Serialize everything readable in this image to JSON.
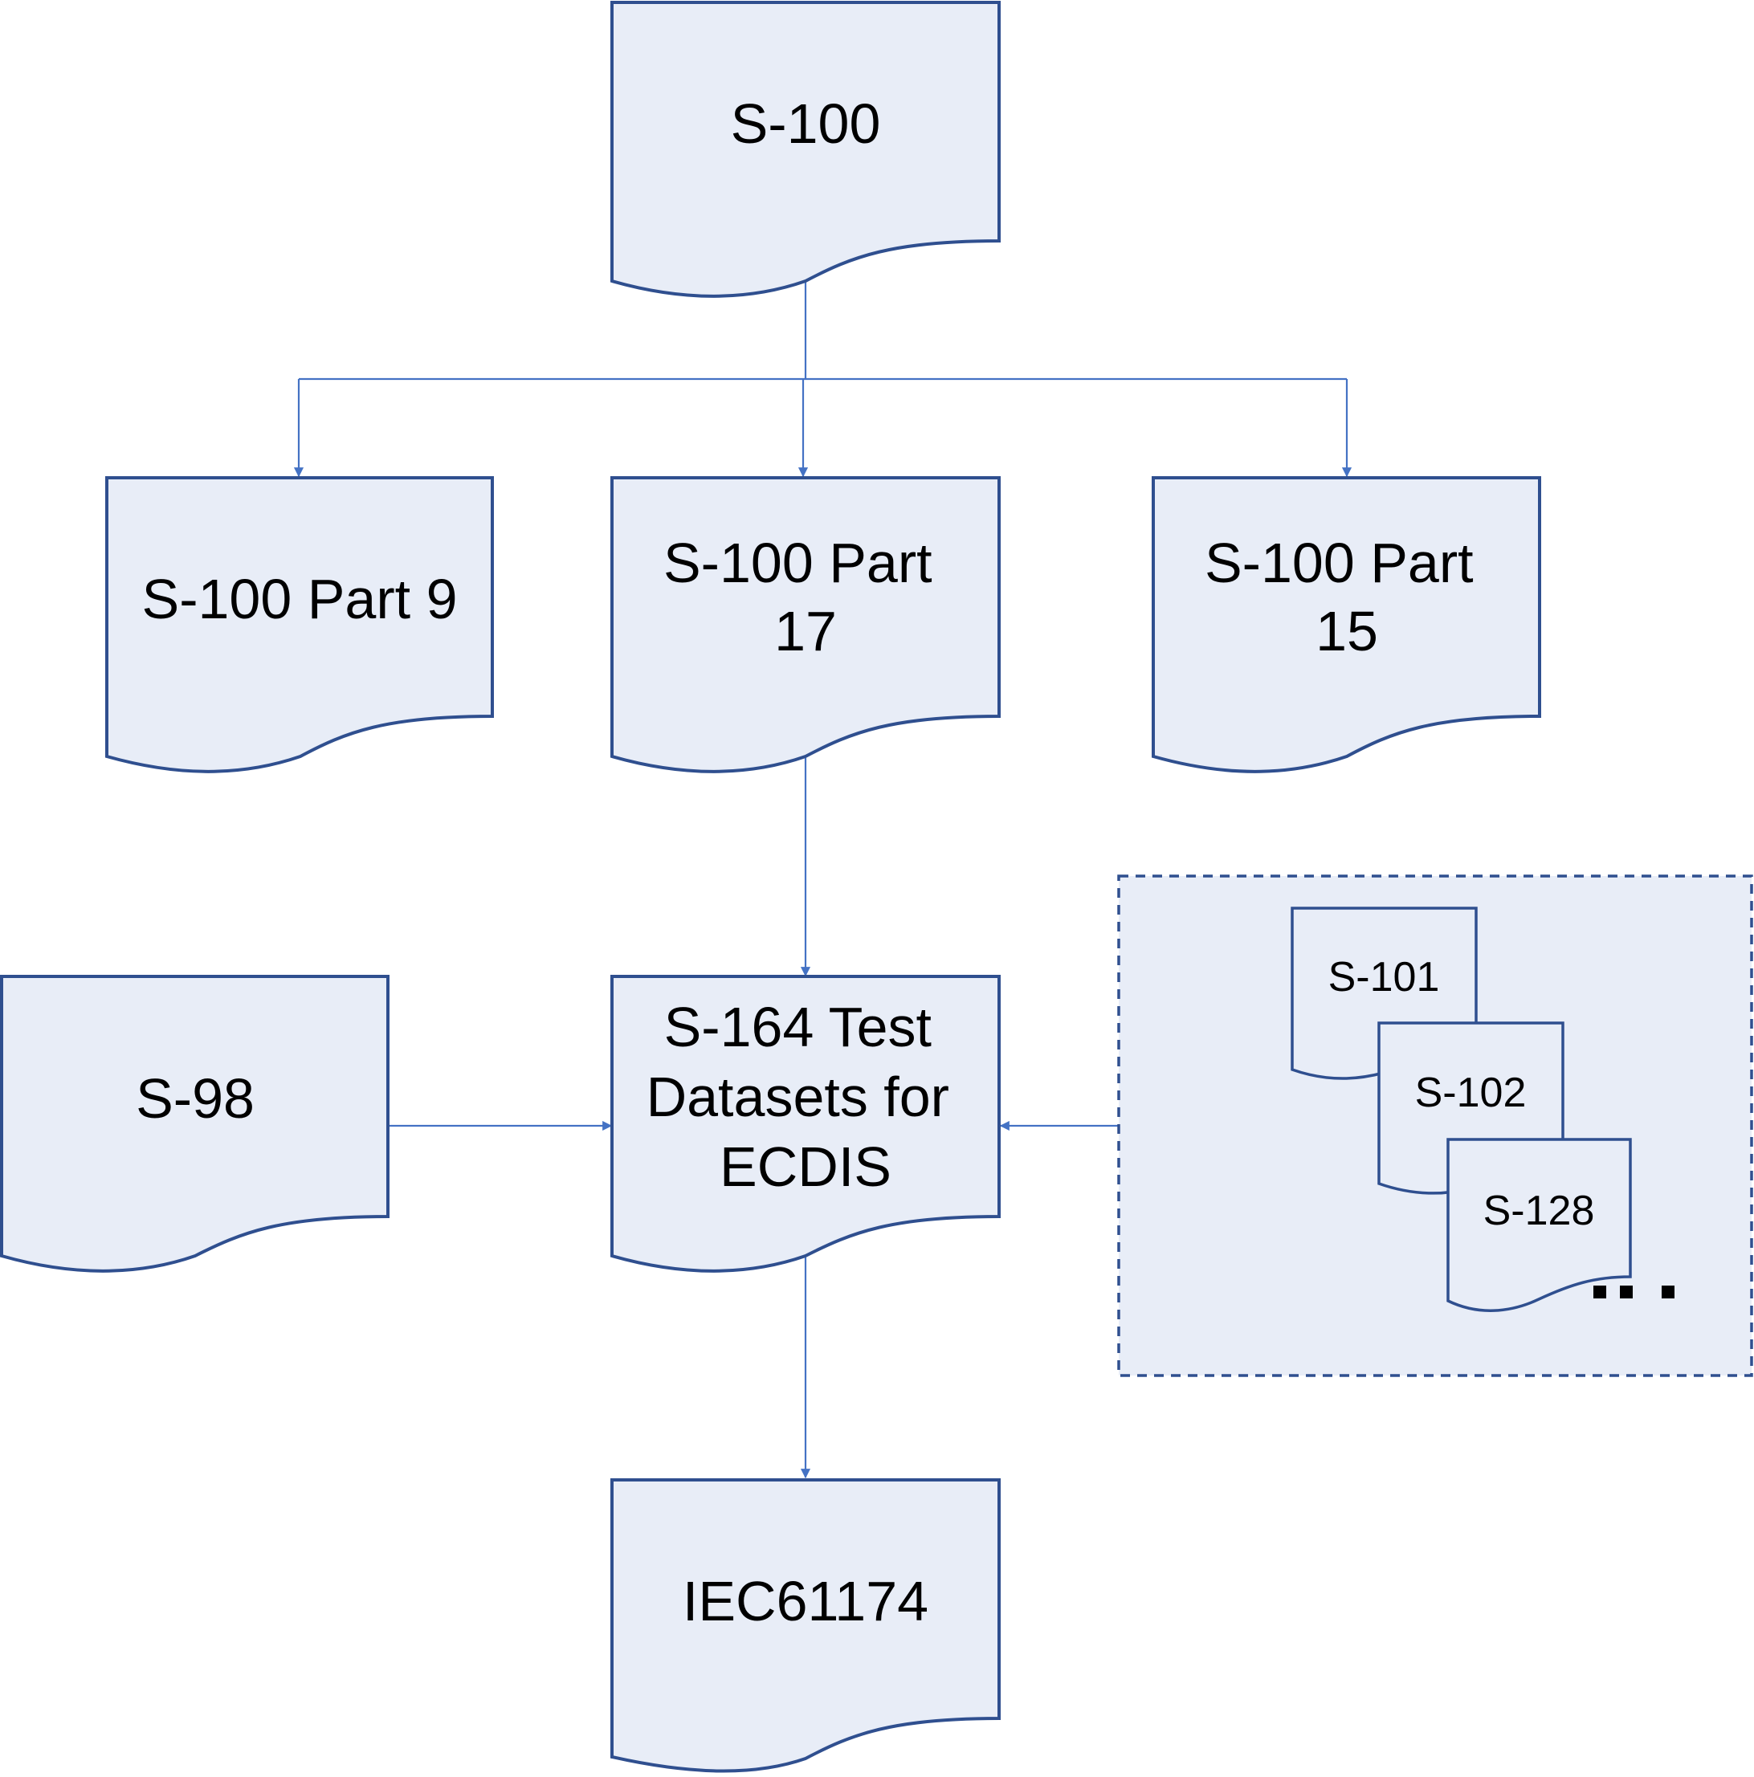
{
  "nodes": {
    "s100": [
      "S-100"
    ],
    "part9": [
      "S-100 Part 9"
    ],
    "part17": [
      "S-100 Part",
      "17"
    ],
    "part15": [
      "S-100 Part",
      "15"
    ],
    "s98": [
      "S-98"
    ],
    "s164": [
      "S-164 Test",
      "Datasets for",
      "ECDIS"
    ],
    "iec": [
      "IEC61174"
    ]
  },
  "product_specs": {
    "items": [
      "S-101",
      "S-102",
      "S-128"
    ],
    "more_indicator": "..."
  },
  "colors": {
    "shape_fill": "#e8edf7",
    "shape_stroke": "#2f4f8f",
    "connector": "#4472c4"
  }
}
